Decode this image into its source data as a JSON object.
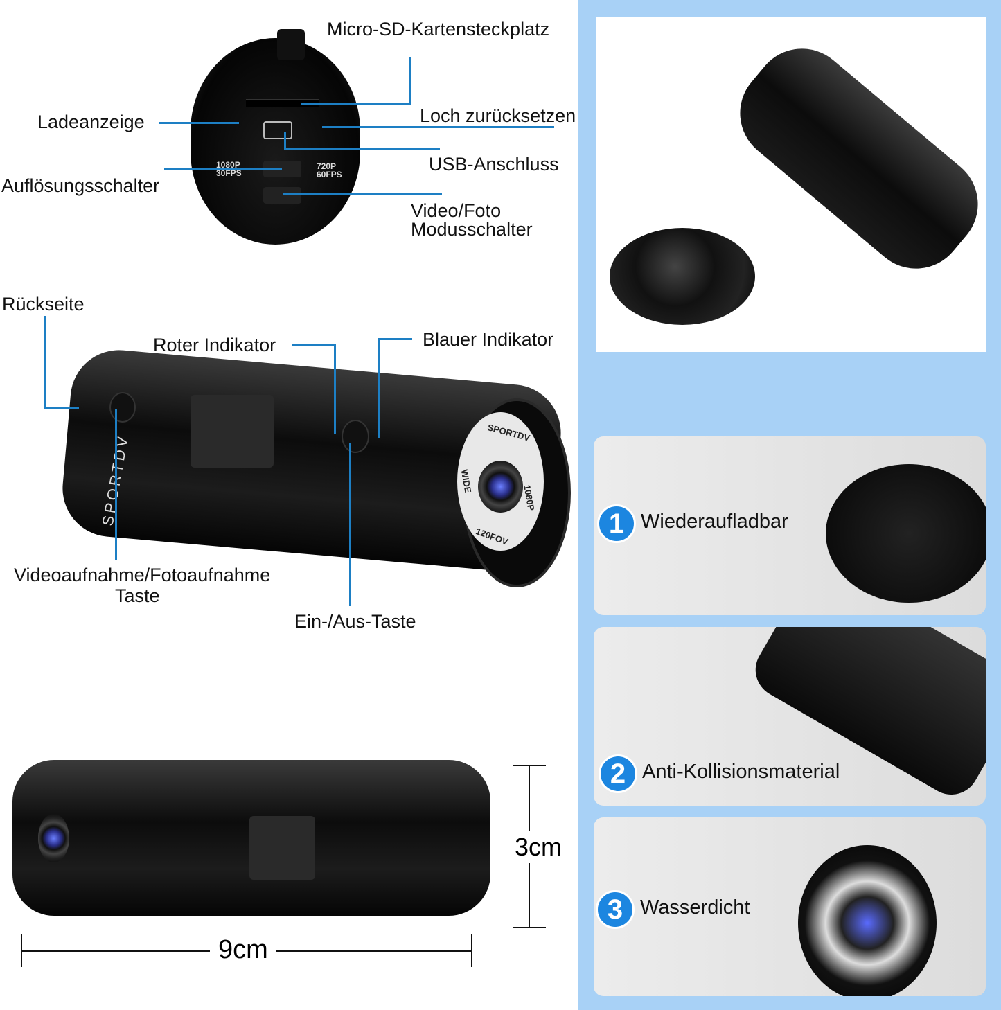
{
  "top_diagram": {
    "labels": {
      "sd_slot": "Micro-SD-Kartensteckplatz",
      "charge_indicator": "Ladeanzeige",
      "reset_hole": "Loch zurücksetzen",
      "usb_port": "USB-Anschluss",
      "resolution_switch": "Auflösungsschalter",
      "mode_switch_line1": "Video/Foto",
      "mode_switch_line2": "Modusschalter"
    },
    "switch_text": {
      "left_top": "1080P",
      "left_bottom": "30FPS",
      "right_top": "720P",
      "right_bottom": "60FPS"
    }
  },
  "side_diagram": {
    "labels": {
      "back": "Rückseite",
      "red_indicator": "Roter Indikator",
      "blue_indicator": "Blauer Indikator",
      "record_button_line1": "Videoaufnahme/Fotoaufnahme",
      "record_button_line2": "Taste",
      "power_button": "Ein-/Aus-Taste"
    },
    "brand": "SPORTDV",
    "lens_text": [
      "SPORTDV",
      "WIDE",
      "1080P",
      "120FOV"
    ]
  },
  "dimensions": {
    "height": "3cm",
    "width": "9cm"
  },
  "features": [
    {
      "number": "1",
      "label": "Wiederaufladbar"
    },
    {
      "number": "2",
      "label": "Anti-Kollisionsmaterial"
    },
    {
      "number": "3",
      "label": "Wasserdicht"
    }
  ],
  "colors": {
    "panel": "#a8d1f6",
    "accent": "#1c86e0",
    "line": "#1d7fc4"
  }
}
